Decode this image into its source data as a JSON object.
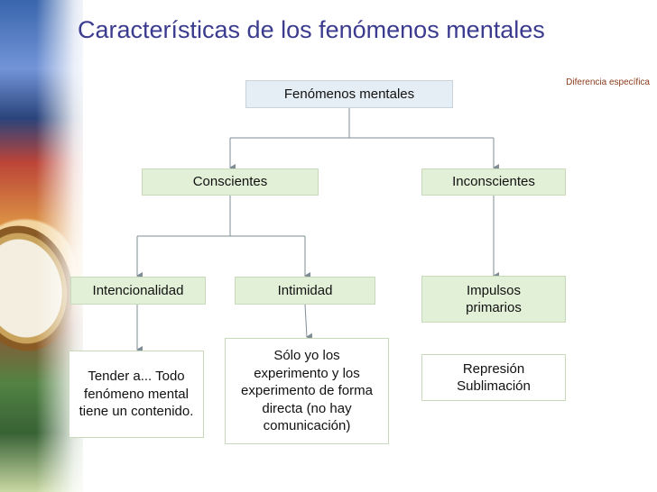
{
  "slide": {
    "title": "Características de los fenómenos mentales",
    "note": "Diferencia específica"
  },
  "diagram": {
    "root": "Fenómenos mentales",
    "conscientes": "Conscientes",
    "inconscientes": "Inconscientes",
    "intencionalidad": "Intencionalidad",
    "intimidad": "Intimidad",
    "impulsos": "Impulsos primarios",
    "tender": "Tender a... Todo fenómeno mental tiene un contenido.",
    "solo_yo": "Sólo yo los experimento y los experimento de forma directa (no hay comunicación)",
    "represion": "Represión Sublimación"
  },
  "colors": {
    "title": "#3b3b8f",
    "note": "#8b3a1a",
    "box_fill": "#e3f0d8",
    "root_fill": "#e6eef5",
    "connector": "#7f8c95"
  },
  "icons": [
    "clock-painting"
  ]
}
